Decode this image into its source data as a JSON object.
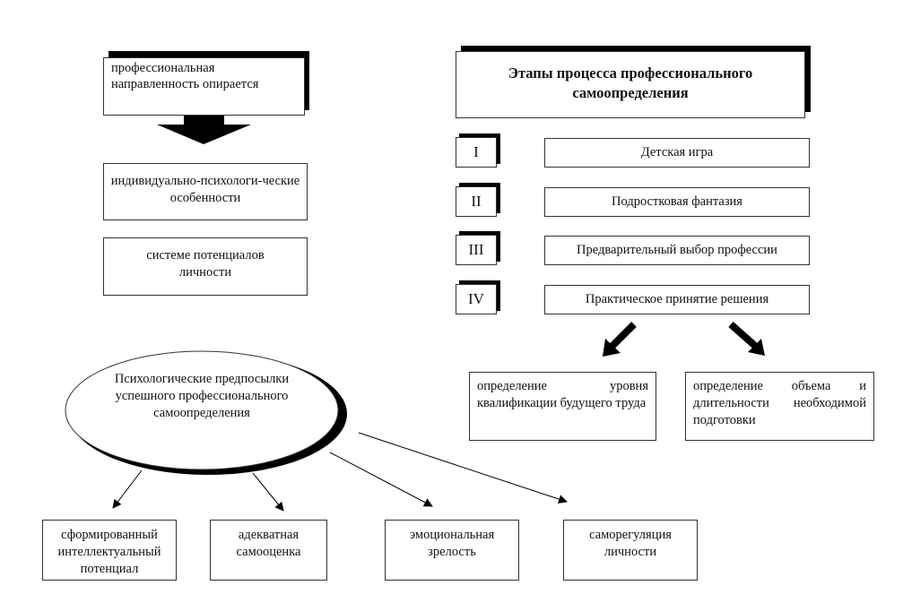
{
  "left_panel": {
    "source": "профессиональная направленность опирается",
    "targets": [
      "индивидуально-психологи-ческие особенности",
      "системе потенциалов личности"
    ]
  },
  "stages_panel": {
    "title": "Этапы процесса профессионального самоопределения",
    "stages": [
      {
        "numeral": "I",
        "label": "Детская игра"
      },
      {
        "numeral": "II",
        "label": "Подростковая фантазия"
      },
      {
        "numeral": "III",
        "label": "Предварительный выбор профессии"
      },
      {
        "numeral": "IV",
        "label": "Практическое принятие решения"
      }
    ],
    "outcomes": [
      "определение уровня квалификации будущего труда",
      "определение объема и длительности необходимой подготовки"
    ]
  },
  "prerequisites": {
    "center": "Психологические предпосылки успешного профессионального самоопределения",
    "items": [
      "сформированный интеллектуальный потенциал",
      "адекватная самооценка",
      "эмоциональная зрелость",
      "саморегуляция личности"
    ]
  }
}
